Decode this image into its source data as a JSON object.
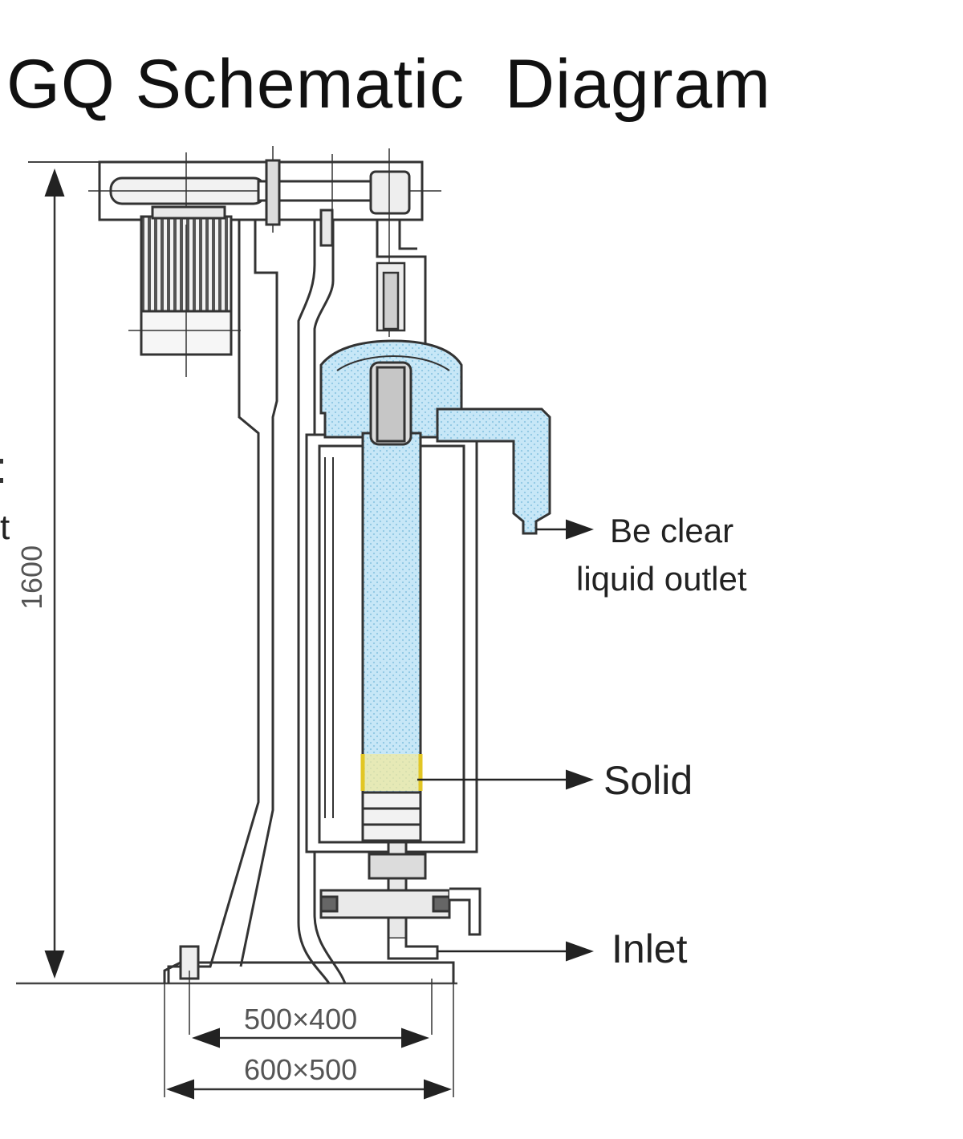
{
  "title": "GQ Schematic  Diagram",
  "labels": {
    "clear_liquid_line1": "Be clear",
    "clear_liquid_line2": "liquid outlet",
    "solid": "Solid",
    "inlet": "Inlet",
    "left_edge_mark": "t"
  },
  "dimensions": {
    "height": "1600",
    "base_inner": "500×400",
    "base_outer": "600×500"
  },
  "colors": {
    "line": "#333333",
    "liquid_blue": "#bfe3f5",
    "liquid_blue_dark": "#8ccbe8",
    "solid_yellow": "#e8d94a"
  }
}
